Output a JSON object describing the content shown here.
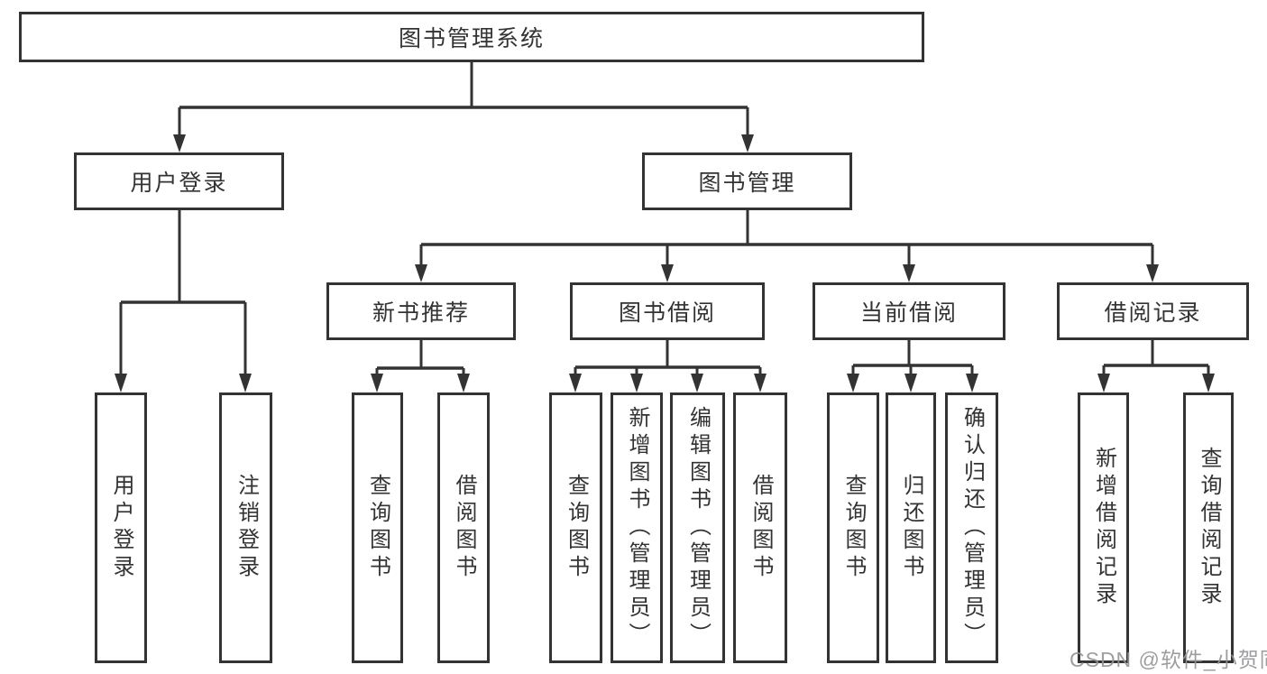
{
  "diagram": {
    "title_node": "图书管理系统",
    "nodes": {
      "root": "图书管理系统",
      "user_login": "用户登录",
      "book_mgmt": "图书管理",
      "new_book_rec": "新书推荐",
      "book_borrow": "图书借阅",
      "current_borrow": "当前借阅",
      "borrow_record": "借阅记录",
      "leaf_user_login": "用户登录",
      "leaf_logout": "注销登录",
      "leaf_nb_query": "查询图书",
      "leaf_nb_borrow": "借阅图书",
      "leaf_bb_query": "查询图书",
      "leaf_bb_add": "新增图书（管理员）",
      "leaf_bb_edit": "编辑图书（管理员）",
      "leaf_bb_borrow": "借阅图书",
      "leaf_cb_query": "查询图书",
      "leaf_cb_return": "归还图书",
      "leaf_cb_confirm": "确认归还（管理员）",
      "leaf_br_add": "新增借阅记录",
      "leaf_br_query": "查询借阅记录"
    },
    "colors": {
      "line": "#333333",
      "text": "#333333",
      "box_background": "#ffffff",
      "watermark": "#949496"
    }
  },
  "watermark": "CSDN @软件_小贺同学"
}
